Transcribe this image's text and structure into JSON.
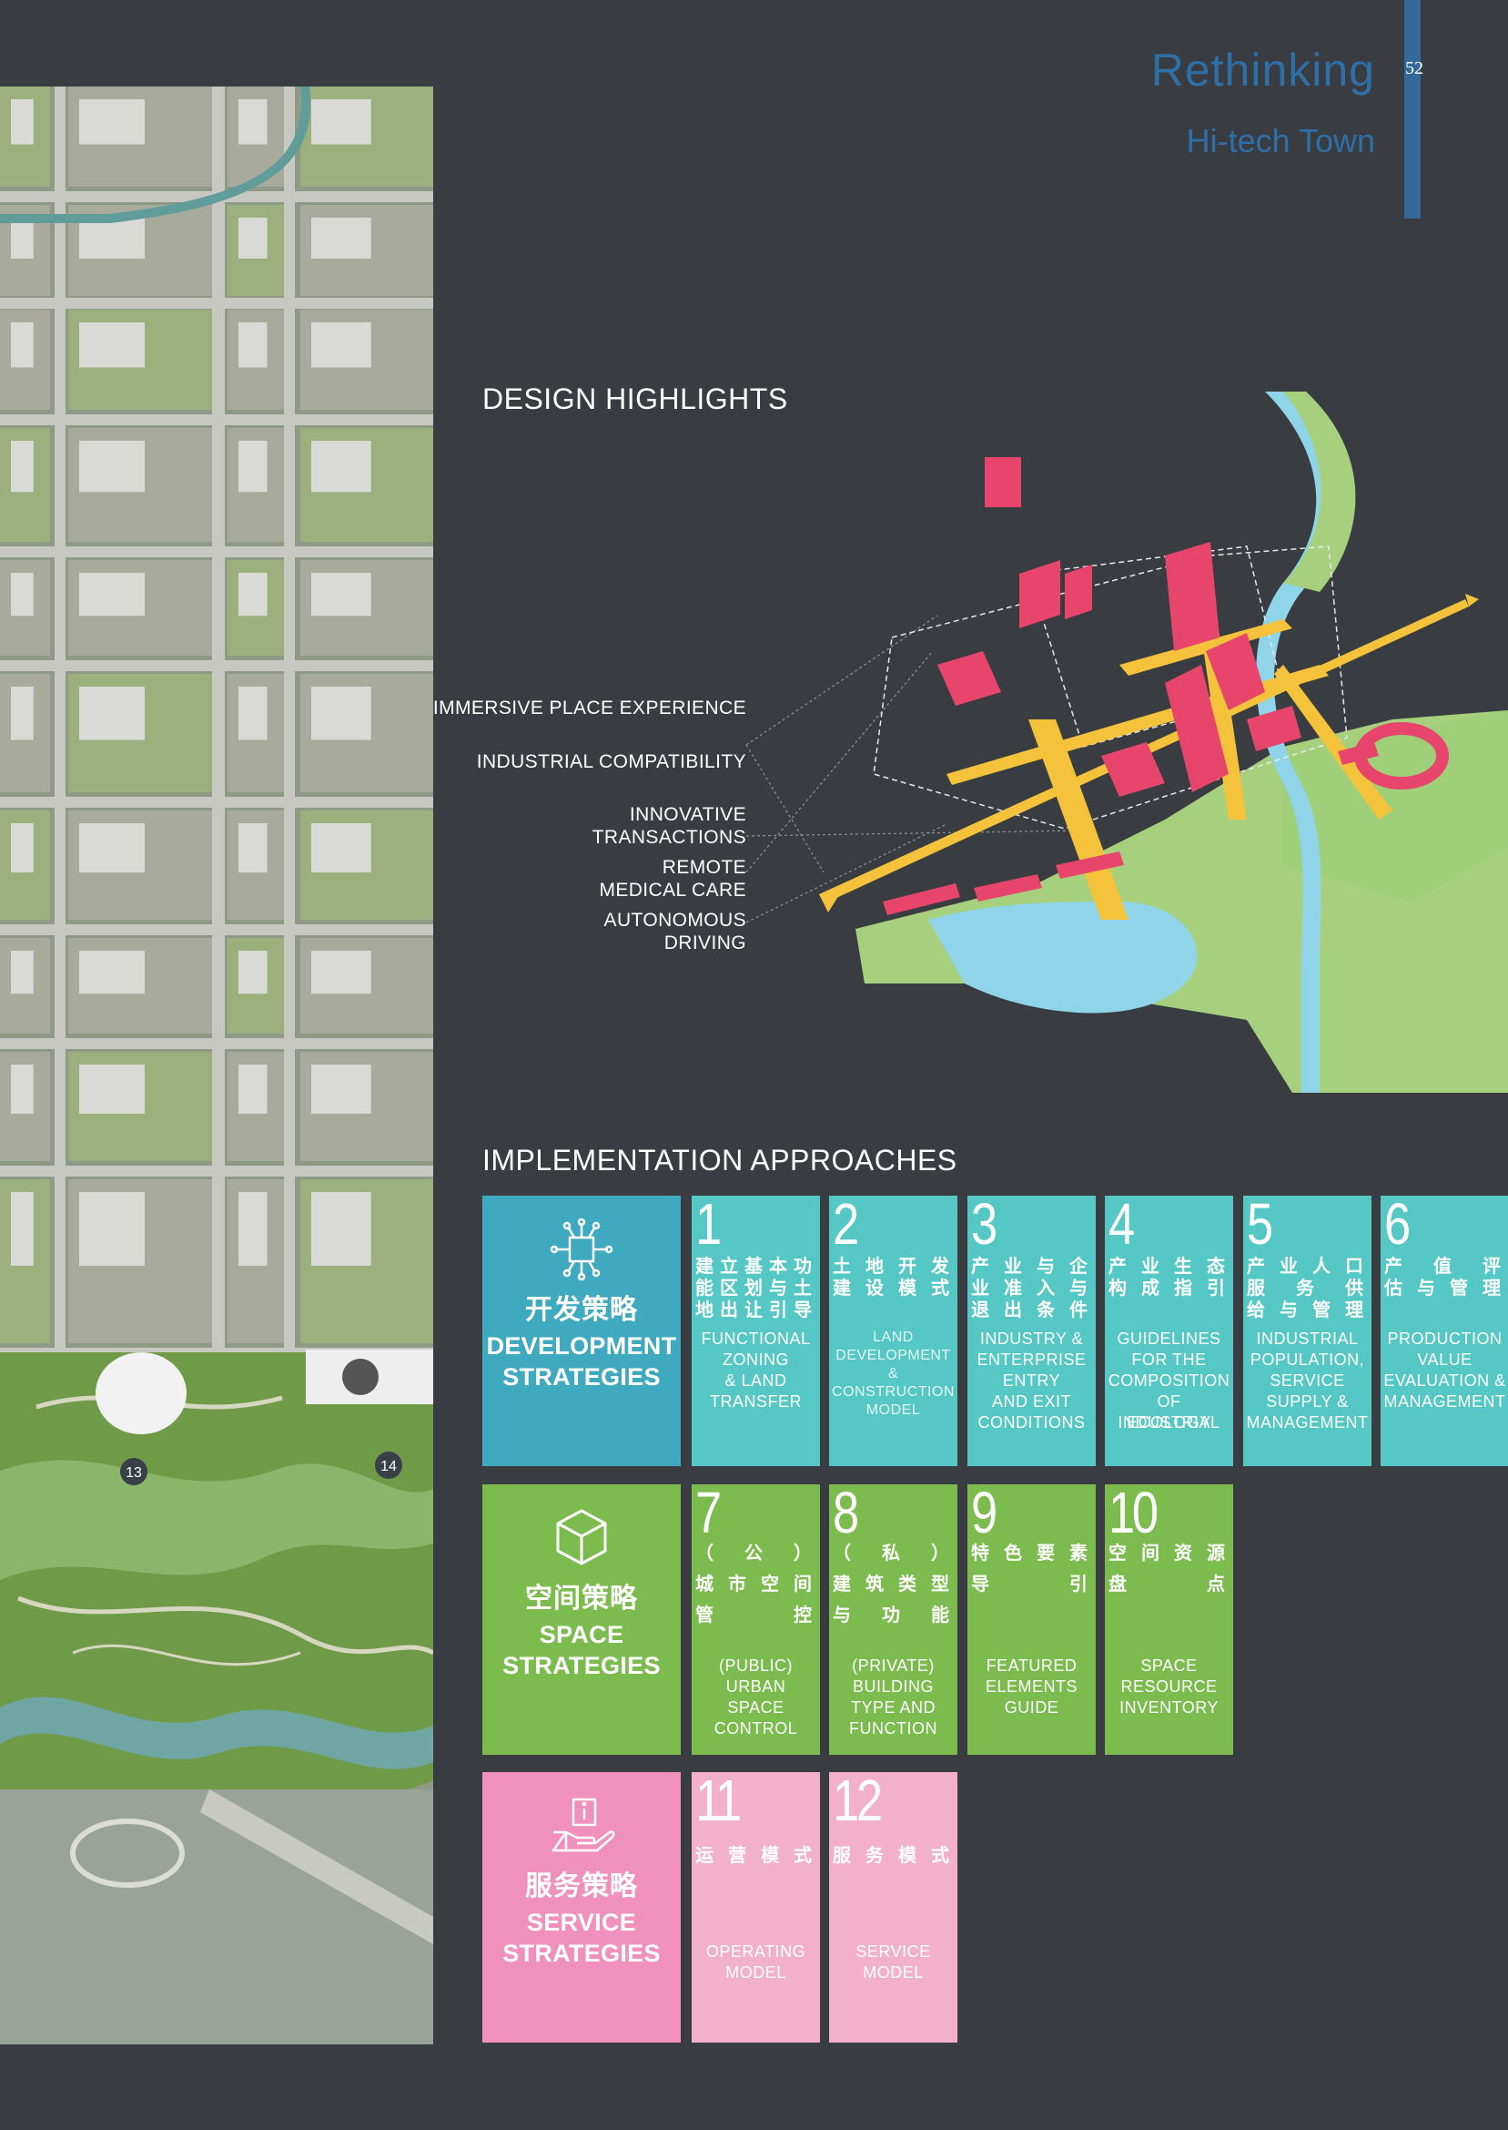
{
  "header": {
    "title": "Rethinking",
    "subtitle": "Hi-tech Town",
    "page_number": "52"
  },
  "design_highlights": {
    "title": "DESIGN HIGHLIGHTS",
    "labels": [
      {
        "line1": "IMMERSIVE PLACE EXPERIENCE",
        "line2": ""
      },
      {
        "line1": "INDUSTRIAL COMPATIBILITY",
        "line2": ""
      },
      {
        "line1": "INNOVATIVE",
        "line2": "TRANSACTIONS"
      },
      {
        "line1": "REMOTE",
        "line2": "MEDICAL CARE"
      },
      {
        "line1": "AUTONOMOUS",
        "line2": "DRIVING"
      }
    ]
  },
  "implementation": {
    "title": "IMPLEMENTATION APPROACHES",
    "categories": [
      {
        "cn": "开发策略",
        "en1": "DEVELOPMENT",
        "en2": "STRATEGIES",
        "icon": "chip-icon",
        "color": "#3fa9bf"
      },
      {
        "cn": "空间策略",
        "en1": "SPACE",
        "en2": "STRATEGIES",
        "icon": "cube-icon",
        "color": "#7cbb4e"
      },
      {
        "cn": "服务策略",
        "en1": "SERVICE",
        "en2": "STRATEGIES",
        "icon": "info-hand-icon",
        "color": "#ef90bd"
      }
    ],
    "tiles": [
      {
        "num": "1",
        "cn": [
          "建立基本功",
          "能区划与土",
          "地出让引导"
        ],
        "en": [
          "FUNCTIONAL",
          "ZONING",
          "& LAND",
          "TRANSFER"
        ],
        "color": "#55c7c4"
      },
      {
        "num": "2",
        "cn": [
          "土地开发",
          "建设模式"
        ],
        "en": [
          "LAND",
          "DEVELOPMENT",
          "&",
          "CONSTRUCTION",
          "MODEL"
        ],
        "color": "#55c7c4"
      },
      {
        "num": "3",
        "cn": [
          "产业与企",
          "业准入与",
          "退出条件"
        ],
        "en": [
          "INDUSTRY &",
          "ENTERPRISE",
          "ENTRY",
          "AND EXIT",
          "CONDITIONS"
        ],
        "color": "#55c7c4"
      },
      {
        "num": "4",
        "cn": [
          "产业生态",
          "构成指引"
        ],
        "en": [
          "GUIDELINES",
          "FOR THE",
          "COMPOSITION",
          "OF INDUSTRIAL",
          "ECOLOGY"
        ],
        "color": "#55c7c4"
      },
      {
        "num": "5",
        "cn": [
          "产业人口",
          "服务供",
          "给与管理"
        ],
        "en": [
          "INDUSTRIAL",
          "POPULATION,",
          "SERVICE",
          "SUPPLY &",
          "MANAGEMENT"
        ],
        "color": "#55c7c4"
      },
      {
        "num": "6",
        "cn": [
          "产值评",
          "估与管理"
        ],
        "en": [
          "PRODUCTION",
          "VALUE",
          "EVALUATION &",
          "MANAGEMENT"
        ],
        "color": "#55c7c4"
      },
      {
        "num": "7",
        "cn": [
          "（公）",
          "城市空间",
          "管控"
        ],
        "en": [
          "(PUBLIC)",
          "URBAN",
          "SPACE",
          "CONTROL"
        ],
        "color": "#7cbb4e"
      },
      {
        "num": "8",
        "cn": [
          "（私）",
          "建筑类型",
          "与功能"
        ],
        "en": [
          "(PRIVATE)",
          "BUILDING",
          "TYPE AND",
          "FUNCTION"
        ],
        "color": "#7cbb4e"
      },
      {
        "num": "9",
        "cn": [
          "特色要素",
          "导引"
        ],
        "en": [
          "FEATURED",
          "ELEMENTS",
          "GUIDE"
        ],
        "color": "#7cbb4e"
      },
      {
        "num": "10",
        "cn": [
          "空间资源",
          "盘点"
        ],
        "en": [
          "SPACE",
          "RESOURCE",
          "INVENTORY"
        ],
        "color": "#7cbb4e"
      },
      {
        "num": "11",
        "cn": [
          "运营模式"
        ],
        "en": [
          "OPERATING",
          "MODEL"
        ],
        "color": "#f2b1c9"
      },
      {
        "num": "12",
        "cn": [
          "服务模式"
        ],
        "en": [
          "SERVICE",
          "MODEL"
        ],
        "color": "#f2b1c9"
      }
    ]
  },
  "map": {
    "markers": [
      "13",
      "14"
    ]
  }
}
